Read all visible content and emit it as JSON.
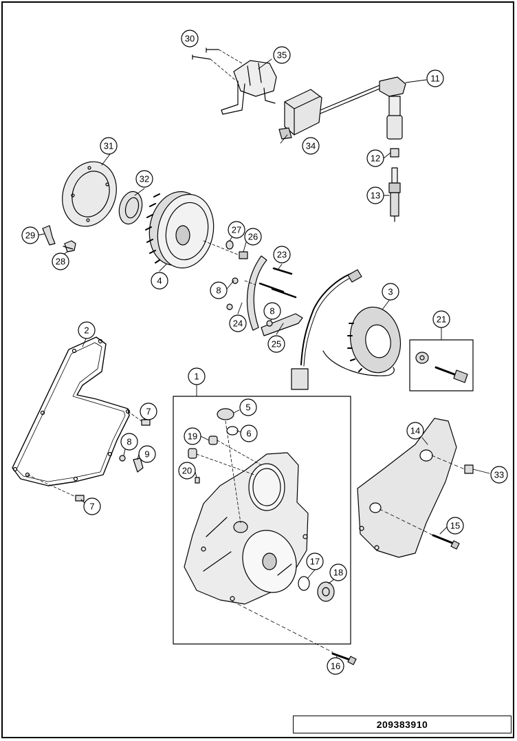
{
  "document_number": "209383910",
  "callouts": [
    {
      "id": "1",
      "label": "1"
    },
    {
      "id": "2",
      "label": "2"
    },
    {
      "id": "3",
      "label": "3"
    },
    {
      "id": "4",
      "label": "4"
    },
    {
      "id": "5",
      "label": "5"
    },
    {
      "id": "6",
      "label": "6"
    },
    {
      "id": "7a",
      "label": "7"
    },
    {
      "id": "7b",
      "label": "7"
    },
    {
      "id": "8a",
      "label": "8"
    },
    {
      "id": "8b",
      "label": "8"
    },
    {
      "id": "8c",
      "label": "8"
    },
    {
      "id": "9",
      "label": "9"
    },
    {
      "id": "11",
      "label": "11"
    },
    {
      "id": "12",
      "label": "12"
    },
    {
      "id": "13",
      "label": "13"
    },
    {
      "id": "14",
      "label": "14"
    },
    {
      "id": "15",
      "label": "15"
    },
    {
      "id": "16",
      "label": "16"
    },
    {
      "id": "17",
      "label": "17"
    },
    {
      "id": "18",
      "label": "18"
    },
    {
      "id": "19",
      "label": "19"
    },
    {
      "id": "20",
      "label": "20"
    },
    {
      "id": "21",
      "label": "21"
    },
    {
      "id": "23",
      "label": "23"
    },
    {
      "id": "24",
      "label": "24"
    },
    {
      "id": "25",
      "label": "25"
    },
    {
      "id": "26",
      "label": "26"
    },
    {
      "id": "27",
      "label": "27"
    },
    {
      "id": "28",
      "label": "28"
    },
    {
      "id": "29",
      "label": "29"
    },
    {
      "id": "30",
      "label": "30"
    },
    {
      "id": "31",
      "label": "31"
    },
    {
      "id": "32",
      "label": "32"
    },
    {
      "id": "33",
      "label": "33"
    },
    {
      "id": "34",
      "label": "34"
    },
    {
      "id": "35",
      "label": "35"
    }
  ]
}
